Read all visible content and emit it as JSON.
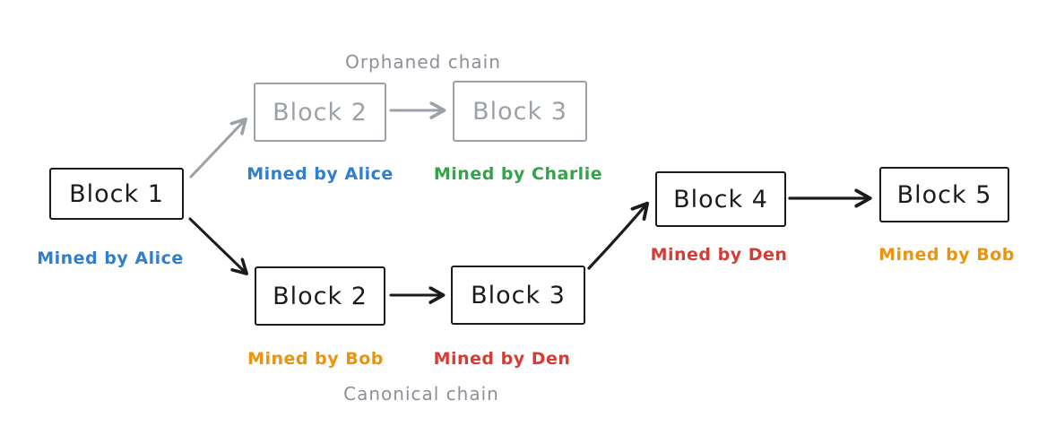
{
  "colors": {
    "blue": "#2f7fd0",
    "green": "#36a24a",
    "orange": "#ea940c",
    "red": "#d63c34",
    "gray": "#9ba1a8",
    "black": "#1b1b1b"
  },
  "labels": {
    "orphaned_chain": "Orphaned chain",
    "canonical_chain": "Canonical chain"
  },
  "blocks": {
    "block1": {
      "label": "Block 1",
      "miner": "Mined by Alice",
      "miner_color": "blue"
    },
    "orphan_block2": {
      "label": "Block 2",
      "miner": "Mined by Alice",
      "miner_color": "blue"
    },
    "orphan_block3": {
      "label": "Block 3",
      "miner": "Mined by Charlie",
      "miner_color": "green"
    },
    "canon_block2": {
      "label": "Block 2",
      "miner": "Mined by Bob",
      "miner_color": "orange"
    },
    "canon_block3": {
      "label": "Block 3",
      "miner": "Mined by Den",
      "miner_color": "red"
    },
    "block4": {
      "label": "Block 4",
      "miner": "Mined by Den",
      "miner_color": "red"
    },
    "block5": {
      "label": "Block 5",
      "miner": "Mined by Bob",
      "miner_color": "orange"
    }
  },
  "arrows": [
    {
      "name": "block1-to-orphan-block2",
      "color": "gray"
    },
    {
      "name": "orphan-block2-to-orphan-block3",
      "color": "gray"
    },
    {
      "name": "block1-to-canon-block2",
      "color": "black"
    },
    {
      "name": "canon-block2-to-canon-block3",
      "color": "black"
    },
    {
      "name": "canon-block3-to-block4",
      "color": "black"
    },
    {
      "name": "block4-to-block5",
      "color": "black"
    }
  ]
}
